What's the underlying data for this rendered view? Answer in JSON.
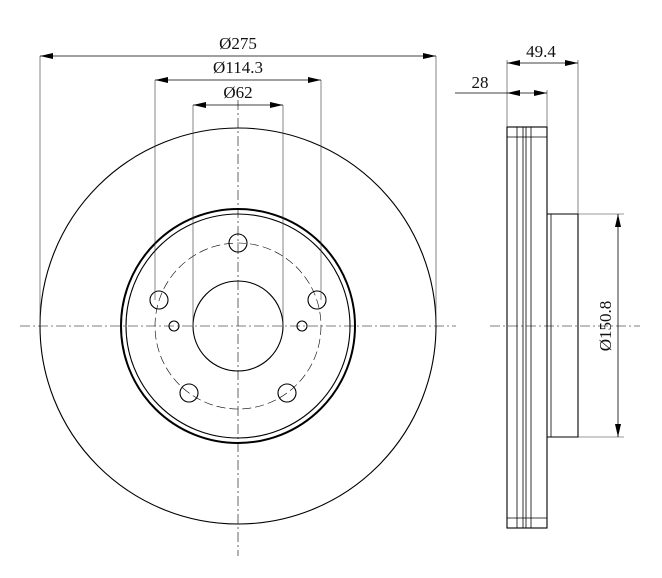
{
  "dimensions": {
    "outer_diameter": "Ø275",
    "bolt_circle": "Ø114.3",
    "center_bore": "Ø62",
    "total_height": "49.4",
    "disc_thickness": "28",
    "hat_diameter": "Ø150.8"
  }
}
